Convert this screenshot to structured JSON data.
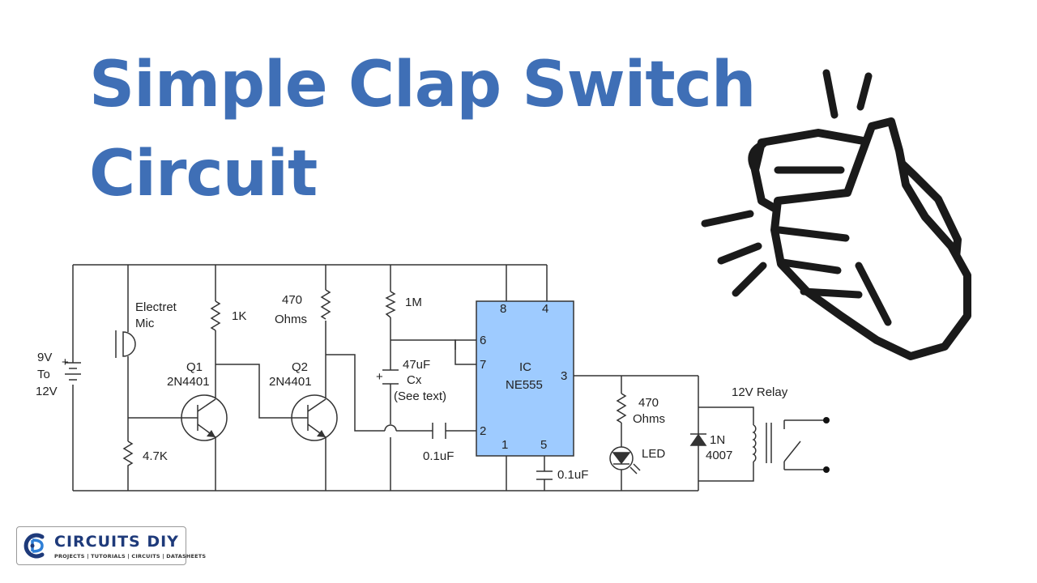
{
  "title": {
    "line1": "Simple Clap Switch",
    "line2": "Circuit"
  },
  "colors": {
    "title": "#3f6fb6",
    "ic_fill": "#9ecbff",
    "wire": "#333333",
    "logo": "#1e3a7a"
  },
  "icons": {
    "hands": "clapping-hands-icon",
    "logo": "circuits-diy-logo-icon"
  },
  "circuit": {
    "supply_voltage": "9V",
    "supply_to": "To",
    "supply_max": "12V",
    "plus": "+",
    "mic_line1": "Electret",
    "mic_line2": "Mic",
    "r1k": "1K",
    "r470_value": "470",
    "r470_unit": "Ohms",
    "r1m": "1M",
    "r4k7": "4.7K",
    "q1_name": "Q1",
    "q1_part": "2N4401",
    "q2_name": "Q2",
    "q2_part": "2N4401",
    "cx_value": "47uF",
    "cx_name": "Cx",
    "cx_note": "(See text)",
    "c_in": "0.1uF",
    "c_pin5": "0.1uF",
    "ic_name": "IC",
    "ic_part": "NE555",
    "pins": {
      "p8": "8",
      "p4": "4",
      "p6": "6",
      "p7": "7",
      "p3": "3",
      "p2": "2",
      "p1": "1",
      "p5": "5"
    },
    "led_r_value": "470",
    "led_r_unit": "Ohms",
    "led": "LED",
    "diode_line1": "1N",
    "diode_line2": "4007",
    "relay": "12V Relay"
  },
  "logo": {
    "name": "CIRCUITS DIY",
    "tagline": "PROJECTS | TUTORIALS | CIRCUITS | DATASHEETS"
  }
}
